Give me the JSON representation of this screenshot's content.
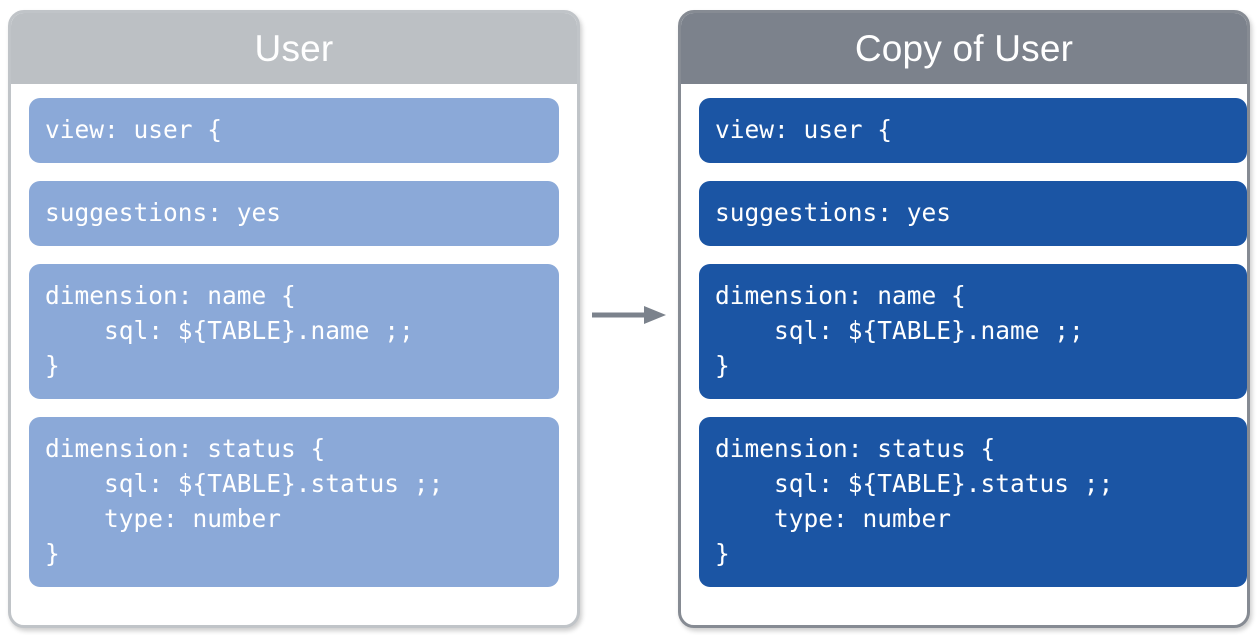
{
  "diagram": {
    "type": "before-after-copy",
    "connector": {
      "icon": "arrow-right-icon",
      "direction": "right",
      "color": "#7b828c"
    },
    "colors": {
      "source_header_bg": "#bcc0c4",
      "copy_header_bg": "#7c828c",
      "source_block_bg": "#8ba9d8",
      "copy_block_bg": "#1b55a4",
      "block_text": "#ffffff",
      "panel_bg": "#ffffff",
      "source_border": "#c0c4c8",
      "copy_border": "#868b93"
    }
  },
  "panels": [
    {
      "id": "source",
      "title": "User",
      "blocks": [
        {
          "id": "view",
          "code": "view: user {"
        },
        {
          "id": "suggestions",
          "code": "suggestions: yes"
        },
        {
          "id": "dimension-name",
          "code": "dimension: name {\n    sql: ${TABLE}.name ;;\n}"
        },
        {
          "id": "dimension-status",
          "code": "dimension: status {\n    sql: ${TABLE}.status ;;\n    type: number\n}"
        }
      ]
    },
    {
      "id": "copy",
      "title": "Copy of User",
      "blocks": [
        {
          "id": "view",
          "code": "view: user {"
        },
        {
          "id": "suggestions",
          "code": "suggestions: yes"
        },
        {
          "id": "dimension-name",
          "code": "dimension: name {\n    sql: ${TABLE}.name ;;\n}"
        },
        {
          "id": "dimension-status",
          "code": "dimension: status {\n    sql: ${TABLE}.status ;;\n    type: number\n}"
        }
      ]
    }
  ]
}
